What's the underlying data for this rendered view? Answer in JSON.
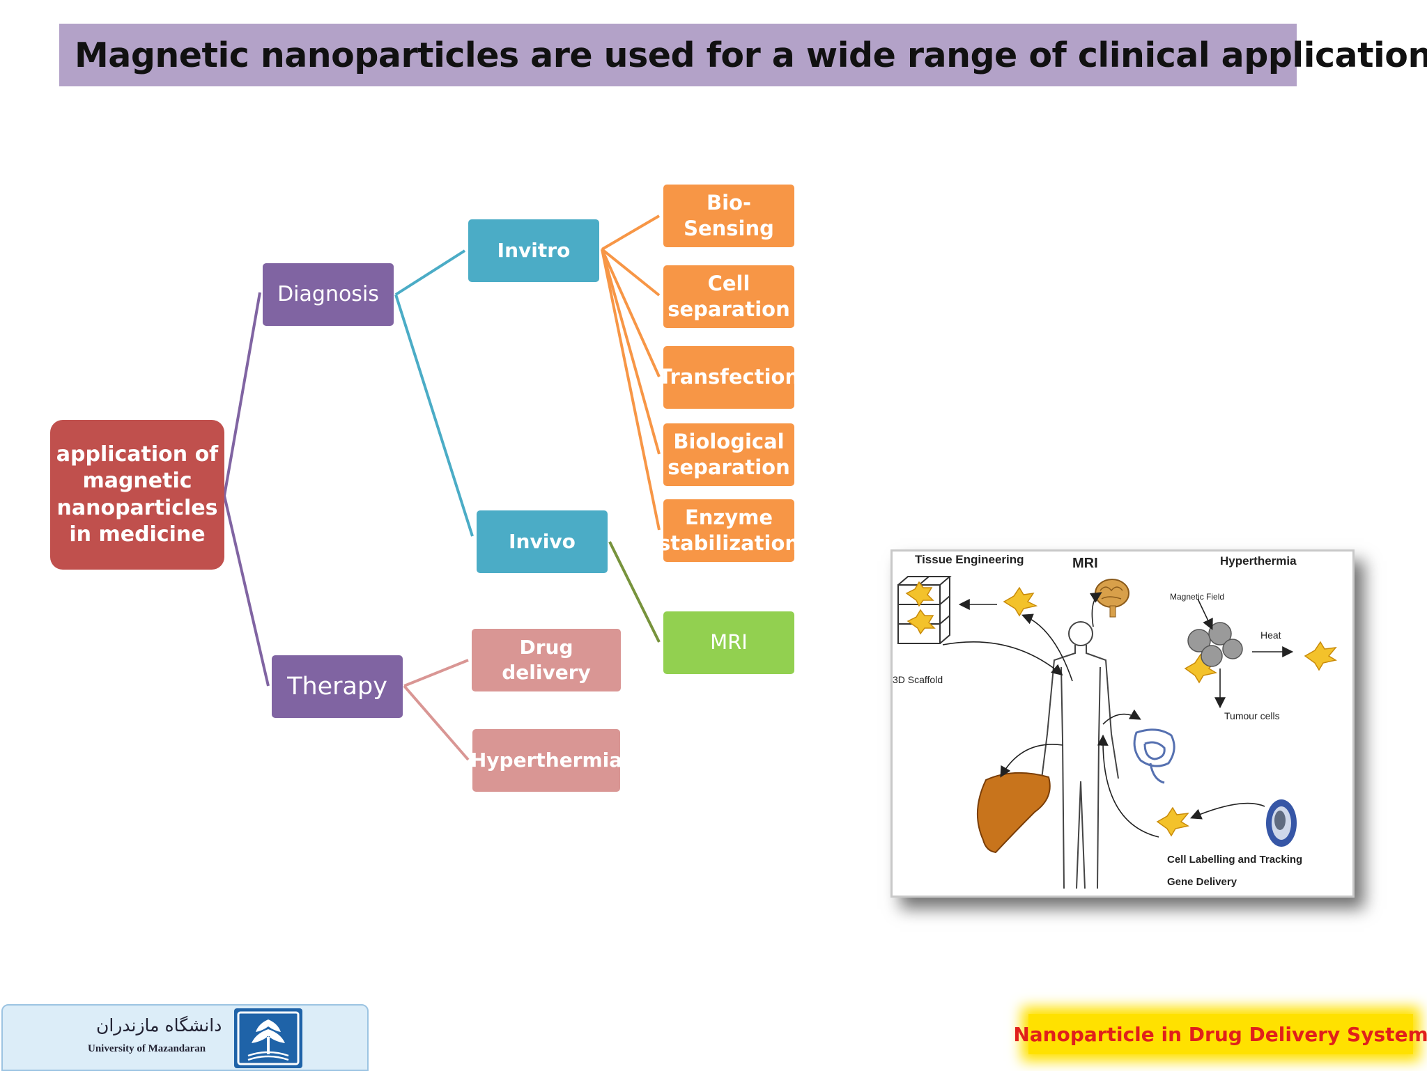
{
  "title": "Magnetic nanoparticles are used for a wide range of clinical applications",
  "diagram": {
    "root": "application of magnetic nanoparticles in medicine",
    "diagnosis": "Diagnosis",
    "therapy": "Therapy",
    "invitro": "Invitro",
    "invivo": "Invivo",
    "invitro_children": [
      "Bio-Sensing",
      "Cell separation",
      "Transfection",
      "Biological separation",
      "Enzyme stabilization"
    ],
    "invivo_children": [
      "MRI"
    ],
    "therapy_children": [
      "Drug delivery",
      "Hyperthermia"
    ],
    "colors": {
      "root": "#c0504d",
      "level1": "#8064a2",
      "level2": "#4bacc6",
      "invitro_leaf": "#f79646",
      "invivo_leaf": "#92d050",
      "therapy_leaf": "#d99694"
    }
  },
  "illustration": {
    "labels": {
      "tissue_engineering": "Tissue Engineering",
      "mri": "MRI",
      "hyperthermia": "Hyperthermia",
      "magnetic_field": "Magnetic Field",
      "heat": "Heat",
      "scaffold": "3D Scaffold",
      "tumour_cells": "Tumour cells",
      "cell_labelling": "Cell Labelling and Tracking",
      "gene_delivery": "Gene Delivery"
    }
  },
  "logo": {
    "persian_name": "دانشگاه مازندران",
    "english_name": "University of Mazandaran"
  },
  "footer": "Nanoparticle in Drug Delivery System"
}
